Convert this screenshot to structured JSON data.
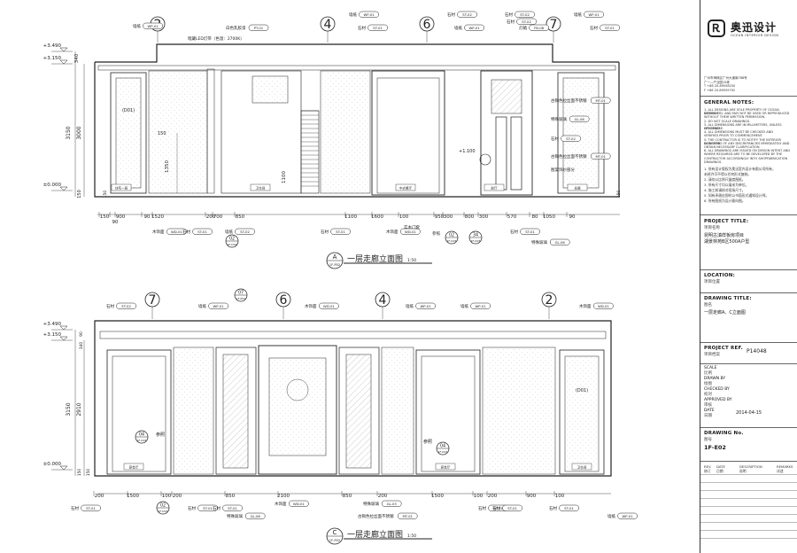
{
  "elevation_a": {
    "caption": "一层走廊立面图",
    "scale": "1:50",
    "tag_letter": "A",
    "tag_sheet": "1F-P02",
    "levels": [
      "+3.490",
      "+3.150",
      "±0.000"
    ],
    "vertical_dims": [
      "340",
      "3150",
      "3000",
      "150",
      "1350",
      "1100",
      "150",
      "150"
    ],
    "axes": [
      "2",
      "4",
      "6",
      "7"
    ],
    "bottom_dims": [
      "150",
      "900",
      "90",
      "1520",
      "200",
      "700",
      "850",
      "1100",
      "1600",
      "100",
      "950",
      "300",
      "800",
      "300",
      "570",
      "80",
      "1050",
      "90",
      "90"
    ],
    "top_tags": [
      {
        "text": "墙纸",
        "code": "WP-01"
      },
      {
        "text": "暗藏LED灯带（色温：2700K）",
        "code": ""
      },
      {
        "text": "白色乳胶漆",
        "code": "PT-01"
      },
      {
        "text": "墙纸",
        "code": "WP-01"
      },
      {
        "text": "石材",
        "code": "ST-01"
      },
      {
        "text": "石材",
        "code": "ST-02"
      },
      {
        "text": "石材",
        "code": "ST-02"
      },
      {
        "text": "墙纸",
        "code": "WP-01"
      },
      {
        "text": "石材",
        "code": "ST-02"
      },
      {
        "text": "灯箱",
        "code": "FB-08"
      },
      {
        "text": "墙纸",
        "code": "WP-01"
      },
      {
        "text": "石材",
        "code": "ST-01"
      }
    ],
    "side_tags": [
      {
        "text": "古铜色拉丝面不锈钢",
        "code": "MT-01"
      },
      {
        "text": "特殊玻璃",
        "code": "GL-06"
      },
      {
        "text": "石材",
        "code": "ST-02"
      },
      {
        "text": "古铜色拉丝面不锈钢",
        "code": "MT-01"
      },
      {
        "text": "图案饰纱部分",
        "code": ""
      }
    ],
    "bottom_tags": [
      {
        "text": "木饰面",
        "code": "WD-01"
      },
      {
        "text": "石材",
        "code": "ST-01"
      },
      {
        "text": "墙纸",
        "code": "ST-02"
      },
      {
        "text": "石材",
        "code": "ST-01"
      },
      {
        "text": "木饰面",
        "code": "WD-01"
      },
      {
        "text": "实木门套",
        "code": ""
      },
      {
        "text": "参照",
        "code": ""
      },
      {
        "text": "石材",
        "code": "ST-01"
      },
      {
        "text": "特殊玻璃",
        "code": "GL-06"
      }
    ],
    "door_labels": [
      "(D01)",
      "150",
      "+1.100"
    ],
    "room_labels": [
      "住宅一层",
      "卫生间",
      "中式餐厅",
      "前厅",
      "总裁"
    ],
    "callouts": [
      {
        "num": "02",
        "sheet": "1F-D03"
      },
      {
        "num": "02",
        "sheet": "1F-D03"
      },
      {
        "num": "34",
        "sheet": "1F-D03"
      }
    ]
  },
  "elevation_c": {
    "caption": "一层走廊立面图",
    "scale": "1:50",
    "tag_letter": "C",
    "tag_sheet": "1F-P02",
    "levels": [
      "+3.490",
      "+3.150",
      "±0.000"
    ],
    "vertical_dims": [
      "90",
      "340",
      "3150",
      "2910",
      "150",
      "150"
    ],
    "axes": [
      "7",
      "6",
      "4",
      "2"
    ],
    "bottom_dims": [
      "200",
      "1500",
      "100",
      "200",
      "850",
      "2100",
      "850",
      "200",
      "1500",
      "100",
      "200",
      "900",
      "100"
    ],
    "top_tags": [
      {
        "text": "石材",
        "code": "ST-02"
      },
      {
        "text": "墙纸",
        "code": "WP-01"
      },
      {
        "text": "木饰面",
        "code": "WD-01"
      },
      {
        "text": "墙纸",
        "code": "WP-01"
      },
      {
        "text": "墙纸",
        "code": "WP-01"
      },
      {
        "text": "木饰面",
        "code": "WD-01"
      }
    ],
    "bottom_tags": [
      {
        "text": "石材",
        "code": "ST-01"
      },
      {
        "text": "石材",
        "code": "ST-01"
      },
      {
        "text": "石材",
        "code": "ST-01"
      },
      {
        "text": "木饰面",
        "code": "WD-01"
      },
      {
        "text": "特殊玻璃",
        "code": "GL-06"
      },
      {
        "text": "特殊玻璃",
        "code": "GL-03"
      },
      {
        "text": "古铜色拉丝面不锈钢",
        "code": "MT-01"
      },
      {
        "text": "石材",
        "code": "ST-01"
      },
      {
        "text": "石材",
        "code": "ST-01"
      },
      {
        "text": "石材",
        "code": "ST-01"
      },
      {
        "text": "墙纸",
        "code": "WP-01"
      }
    ],
    "room_labels": [
      "宴会厅",
      "宴会厅",
      "卫生间"
    ],
    "door_labels": [
      "(D01)"
    ],
    "refs": [
      "参照",
      "参照"
    ],
    "callouts": [
      {
        "num": "04",
        "sheet": "1F-D03"
      },
      {
        "num": "04",
        "sheet": "1F-D03"
      },
      {
        "num": "02",
        "sheet": "1F-D03"
      },
      {
        "num": "07",
        "sheet": "1F-P03"
      }
    ]
  },
  "title_block": {
    "logo_mark": "Ꭱ",
    "company_cn": "奥迅设计",
    "company_en": "OCEAN INTERIOR DESIGN",
    "address_lines": [
      "广州市海珠区广州大道南788号",
      "广一—产业园15栋",
      "T +86 20-89558250",
      "F +86 20-89559792"
    ],
    "general_notes_title": "GENERAL NOTES:",
    "notes_en": [
      "1. ALL DESIGNS ARE SOLE PROPERTY OF OCEAN INTERIOR",
      "DESIGN LTD. AND MAY NOT BE USED OR REPRODUCED",
      "WITHOUT THEIR WRITTEN PERMISSION.",
      "2. DO NOT SCALE DRAWINGS.",
      "3. ALL DIMENSIONS ARE IN MILLIMETERS, UNLESS SPECIFIED",
      "OTHERWISE.",
      "4. ALL DIMENSIONS MUST BE CHECKED AND",
      "VERIFIED PRIOR TO COMMENCEMENT.",
      "5. THE CONTRACTOR IS TO NOTIFY THE INTERIOR DESIGNER",
      "IN WRITING OF ANY DISCREPANCIES IMMEDIATELY AND",
      "OBTAIN NECESSARY CLARIFICATION.",
      "6. ALL DRAWINGS ARE ISSUED ON DESIGN INTENT AND",
      "WHERE REQUIRED ARE TO BE DEVELOPED BY THE",
      "CONTRACTOR ACCORDINGLY INTO SHOPFABRICATION",
      "DRAWINGS."
    ],
    "notes_cn": [
      "1. 所有设计版权为奥迅室内设计有限公司所有，",
      "未经许可不得以任何形式复制。",
      "2. 请勿以比例尺量度图纸。",
      "3. 所有尺寸均以毫米为单位。",
      "4. 施工前请核对现场尺寸。",
      "5. 如有矛盾应即时以书面形式通知设计师。",
      "6. 所有图纸为设计意向图。"
    ],
    "project_title_label": "PROJECT TITLE:",
    "project_title_cn_label": "项目名称",
    "project_title": [
      "昆明古滇样板房项目",
      "湖景林苑B区500A户型"
    ],
    "location_label": "LOCATION:",
    "location_cn_label": "项目位置",
    "drawing_title_label": "DRAWING TITLE:",
    "drawing_title_cn_label": "图名",
    "drawing_title": "一层走廊A、C立面图",
    "project_ref_label": "PROJECT REF.",
    "project_ref_cn_label": "项目档案",
    "project_ref": "P14048",
    "scale_label": "SCALE",
    "scale_cn_label": "比例",
    "drawn_by_label": "DRAWN BY",
    "drawn_by_cn_label": "绘图",
    "checked_by_label": "CHECKED BY",
    "checked_by_cn_label": "校对",
    "approved_by_label": "APPROVED BY",
    "approved_by_cn_label": "审核",
    "date_label": "DATE",
    "date_cn_label": "日期",
    "date": "2014-04-15",
    "drawing_no_label": "DRAWING No.",
    "drawing_no_cn_label": "图号",
    "drawing_no": "1F-E02",
    "rev_cols": [
      "REV.",
      "DATE",
      "DESCRIPTION",
      "REMARKS"
    ],
    "rev_cols_cn": [
      "修订",
      "日期",
      "说明",
      "详述"
    ]
  }
}
